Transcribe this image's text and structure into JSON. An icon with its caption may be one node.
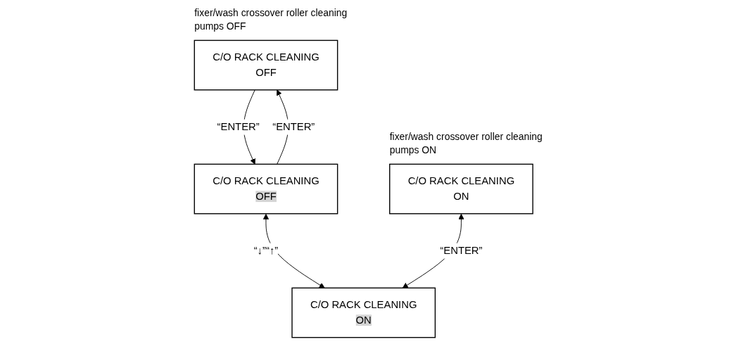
{
  "diagram": {
    "nodes": [
      {
        "text": [
          "C/O RACK CLEANING",
          "OFF"
        ],
        "beside": [
          "fixer/wash crossover roller cleaning pumps OFF"
        ]
      },
      {
        "text": [
          "C/O RACK CLEANING",
          "OFF"
        ]
      },
      {
        "text": [
          "C/O RACK CLEANING",
          "ON"
        ],
        "beside": [
          "fixer/wash crossover roller cleaning pumps ON"
        ]
      },
      {
        "text": [
          "C/O RACK CLEANING",
          "ON"
        ]
      }
    ],
    "edges": [
      {
        "from": 0,
        "to": 1,
        "arrow": "to",
        "label": "“ENTER”"
      },
      {
        "from": 1,
        "to": 0,
        "arrow": "to",
        "label": "“ENTER”"
      },
      {
        "from": 1,
        "to": 3,
        "arrow": "both",
        "label": "“↓”“↑”"
      },
      {
        "from": 2,
        "to": 3,
        "arrow": "both",
        "label": "“ENTER”"
      }
    ]
  }
}
